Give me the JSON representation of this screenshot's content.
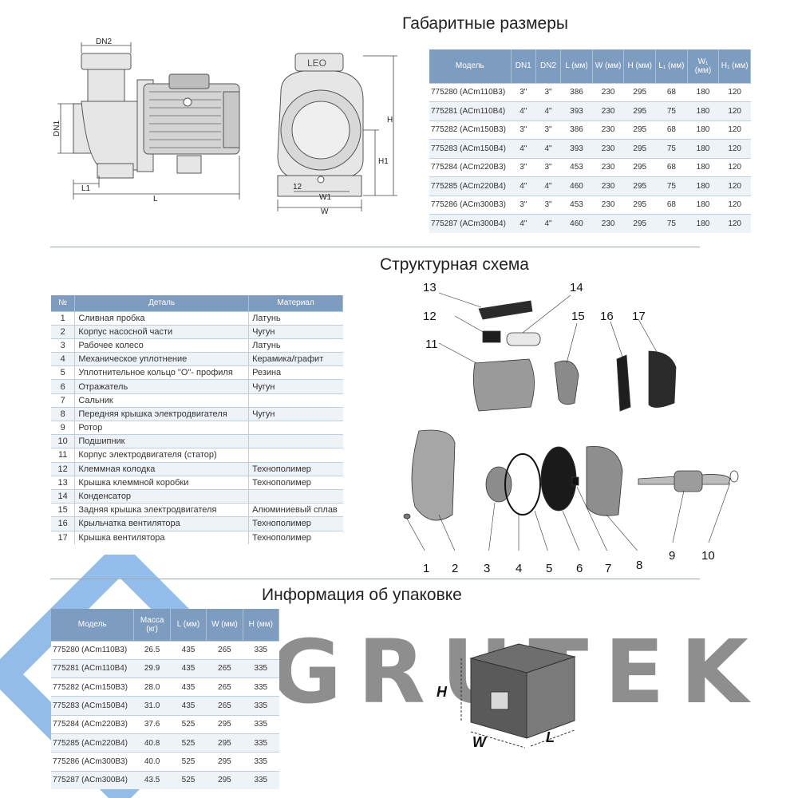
{
  "headings": {
    "dimensions": "Габаритные размеры",
    "structure": "Структурная схема",
    "packaging": "Информация об упаковке"
  },
  "drawing_labels": {
    "dn2": "DN2",
    "dn1": "DN1",
    "l1": "L1",
    "l": "L",
    "logo": "LEO",
    "h": "H",
    "h1": "H1",
    "dim12": "12",
    "w1": "W1",
    "w": "W"
  },
  "dimensions_table": {
    "headers": [
      "Модель",
      "DN1",
      "DN2",
      "L (мм)",
      "W (мм)",
      "H (мм)",
      "L₁ (мм)",
      "W₁ (мм)",
      "H₁ (мм)"
    ],
    "rows": [
      [
        "775280 (ACm110B3)",
        "3\"",
        "3\"",
        "386",
        "230",
        "295",
        "68",
        "180",
        "120"
      ],
      [
        "775281 (ACm110B4)",
        "4\"",
        "4\"",
        "393",
        "230",
        "295",
        "75",
        "180",
        "120"
      ],
      [
        "775282 (ACm150B3)",
        "3\"",
        "3\"",
        "386",
        "230",
        "295",
        "68",
        "180",
        "120"
      ],
      [
        "775283 (ACm150B4)",
        "4\"",
        "4\"",
        "393",
        "230",
        "295",
        "75",
        "180",
        "120"
      ],
      [
        "775284 (ACm220B3)",
        "3\"",
        "3\"",
        "453",
        "230",
        "295",
        "68",
        "180",
        "120"
      ],
      [
        "775285 (ACm220B4)",
        "4\"",
        "4\"",
        "460",
        "230",
        "295",
        "75",
        "180",
        "120"
      ],
      [
        "775286 (ACm300B3)",
        "3\"",
        "3\"",
        "453",
        "230",
        "295",
        "68",
        "180",
        "120"
      ],
      [
        "775287 (ACm300B4)",
        "4\"",
        "4\"",
        "460",
        "230",
        "295",
        "75",
        "180",
        "120"
      ]
    ]
  },
  "parts_table": {
    "headers": [
      "№",
      "Деталь",
      "Материал"
    ],
    "rows": [
      [
        "1",
        "Сливная пробка",
        "Латунь"
      ],
      [
        "2",
        "Корпус насосной части",
        "Чугун"
      ],
      [
        "3",
        "Рабочее колесо",
        "Латунь"
      ],
      [
        "4",
        "Механическое уплотнение",
        "Керамика/графит"
      ],
      [
        "5",
        "Уплотнительное кольцо \"О\"- профиля",
        "Резина"
      ],
      [
        "6",
        "Отражатель",
        "Чугун"
      ],
      [
        "7",
        "Сальник",
        ""
      ],
      [
        "8",
        "Передняя крышка электродвигателя",
        "Чугун"
      ],
      [
        "9",
        "Ротор",
        ""
      ],
      [
        "10",
        "Подшипник",
        ""
      ],
      [
        "11",
        "Корпус электродвигателя (статор)",
        ""
      ],
      [
        "12",
        "Клеммная колодка",
        "Технополимер"
      ],
      [
        "13",
        "Крышка клеммной коробки",
        "Технополимер"
      ],
      [
        "14",
        "Конденсатор",
        ""
      ],
      [
        "15",
        "Задняя крышка электродвигателя",
        "Алюминиевый сплав"
      ],
      [
        "16",
        "Крыльчатка вентилятора",
        "Технополимер"
      ],
      [
        "17",
        "Крышка вентилятора",
        "Технополимер"
      ]
    ]
  },
  "packaging_table": {
    "headers": [
      "Модель",
      "Масса (кг)",
      "L (мм)",
      "W (мм)",
      "H (мм)"
    ],
    "rows": [
      [
        "775280 (ACm110B3)",
        "26.5",
        "435",
        "265",
        "335"
      ],
      [
        "775281 (ACm110B4)",
        "29.9",
        "435",
        "265",
        "335"
      ],
      [
        "775282 (ACm150B3)",
        "28.0",
        "435",
        "265",
        "335"
      ],
      [
        "775283 (ACm150B4)",
        "31.0",
        "435",
        "265",
        "335"
      ],
      [
        "775284 (ACm220B3)",
        "37.6",
        "525",
        "295",
        "335"
      ],
      [
        "775285 (ACm220B4)",
        "40.8",
        "525",
        "295",
        "335"
      ],
      [
        "775286 (ACm300B3)",
        "40.0",
        "525",
        "295",
        "335"
      ],
      [
        "775287 (ACm300B4)",
        "43.5",
        "525",
        "295",
        "335"
      ]
    ]
  },
  "diagram_callouts": [
    "1",
    "2",
    "3",
    "4",
    "5",
    "6",
    "7",
    "8",
    "9",
    "10",
    "11",
    "12",
    "13",
    "14",
    "15",
    "16",
    "17"
  ],
  "box_labels": {
    "h": "H",
    "w": "W",
    "l": "L"
  },
  "watermark": {
    "text": "GRUTEK",
    "color": "#2f7fd6"
  },
  "colors": {
    "table_header": "#7d9cbf",
    "row_alt": "#eef3f8"
  }
}
